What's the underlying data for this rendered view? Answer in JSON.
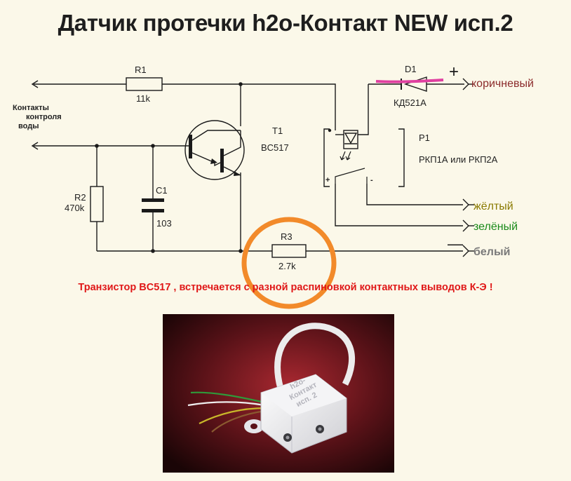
{
  "title": "Датчик протечки h2o-Контакт NEW исп.2",
  "note": "Транзистор BC517 , встречается с разной распиновкой контактных  выводов К-Э !",
  "schematic": {
    "r1": {
      "name": "R1",
      "value": "11k"
    },
    "r2": {
      "name": "R2",
      "value": "470k"
    },
    "r3": {
      "name": "R3",
      "value": "2.7k"
    },
    "c1": {
      "name": "C1",
      "value": "103"
    },
    "t1": {
      "name": "T1",
      "value": "BC517"
    },
    "d1": {
      "name": "D1",
      "value": "КД521А"
    },
    "p1": {
      "name": "P1",
      "value": "РКП1А или РКП2А"
    },
    "contacts_label": [
      "Контакты",
      "контроля",
      "воды"
    ],
    "plus": "+",
    "minus": "—",
    "relay_plus": "+",
    "relay_minus": "-"
  },
  "wires": {
    "brown": {
      "label": "коричневый",
      "color": "#8b2a2a"
    },
    "yellow": {
      "label": "жёлтый",
      "color": "#8a7a00"
    },
    "green": {
      "label": "зелёный",
      "color": "#1a8a1a"
    },
    "white": {
      "label": "белый",
      "color": "#7a7a7a"
    }
  },
  "photo": {
    "device_text": [
      "h2o-",
      "Контакт",
      "исп. 2"
    ]
  },
  "colors": {
    "background": "#fbf8e9",
    "note": "#e01818",
    "highlight_circle": "#f28a2a",
    "diode_highlight": "#e040a0"
  }
}
